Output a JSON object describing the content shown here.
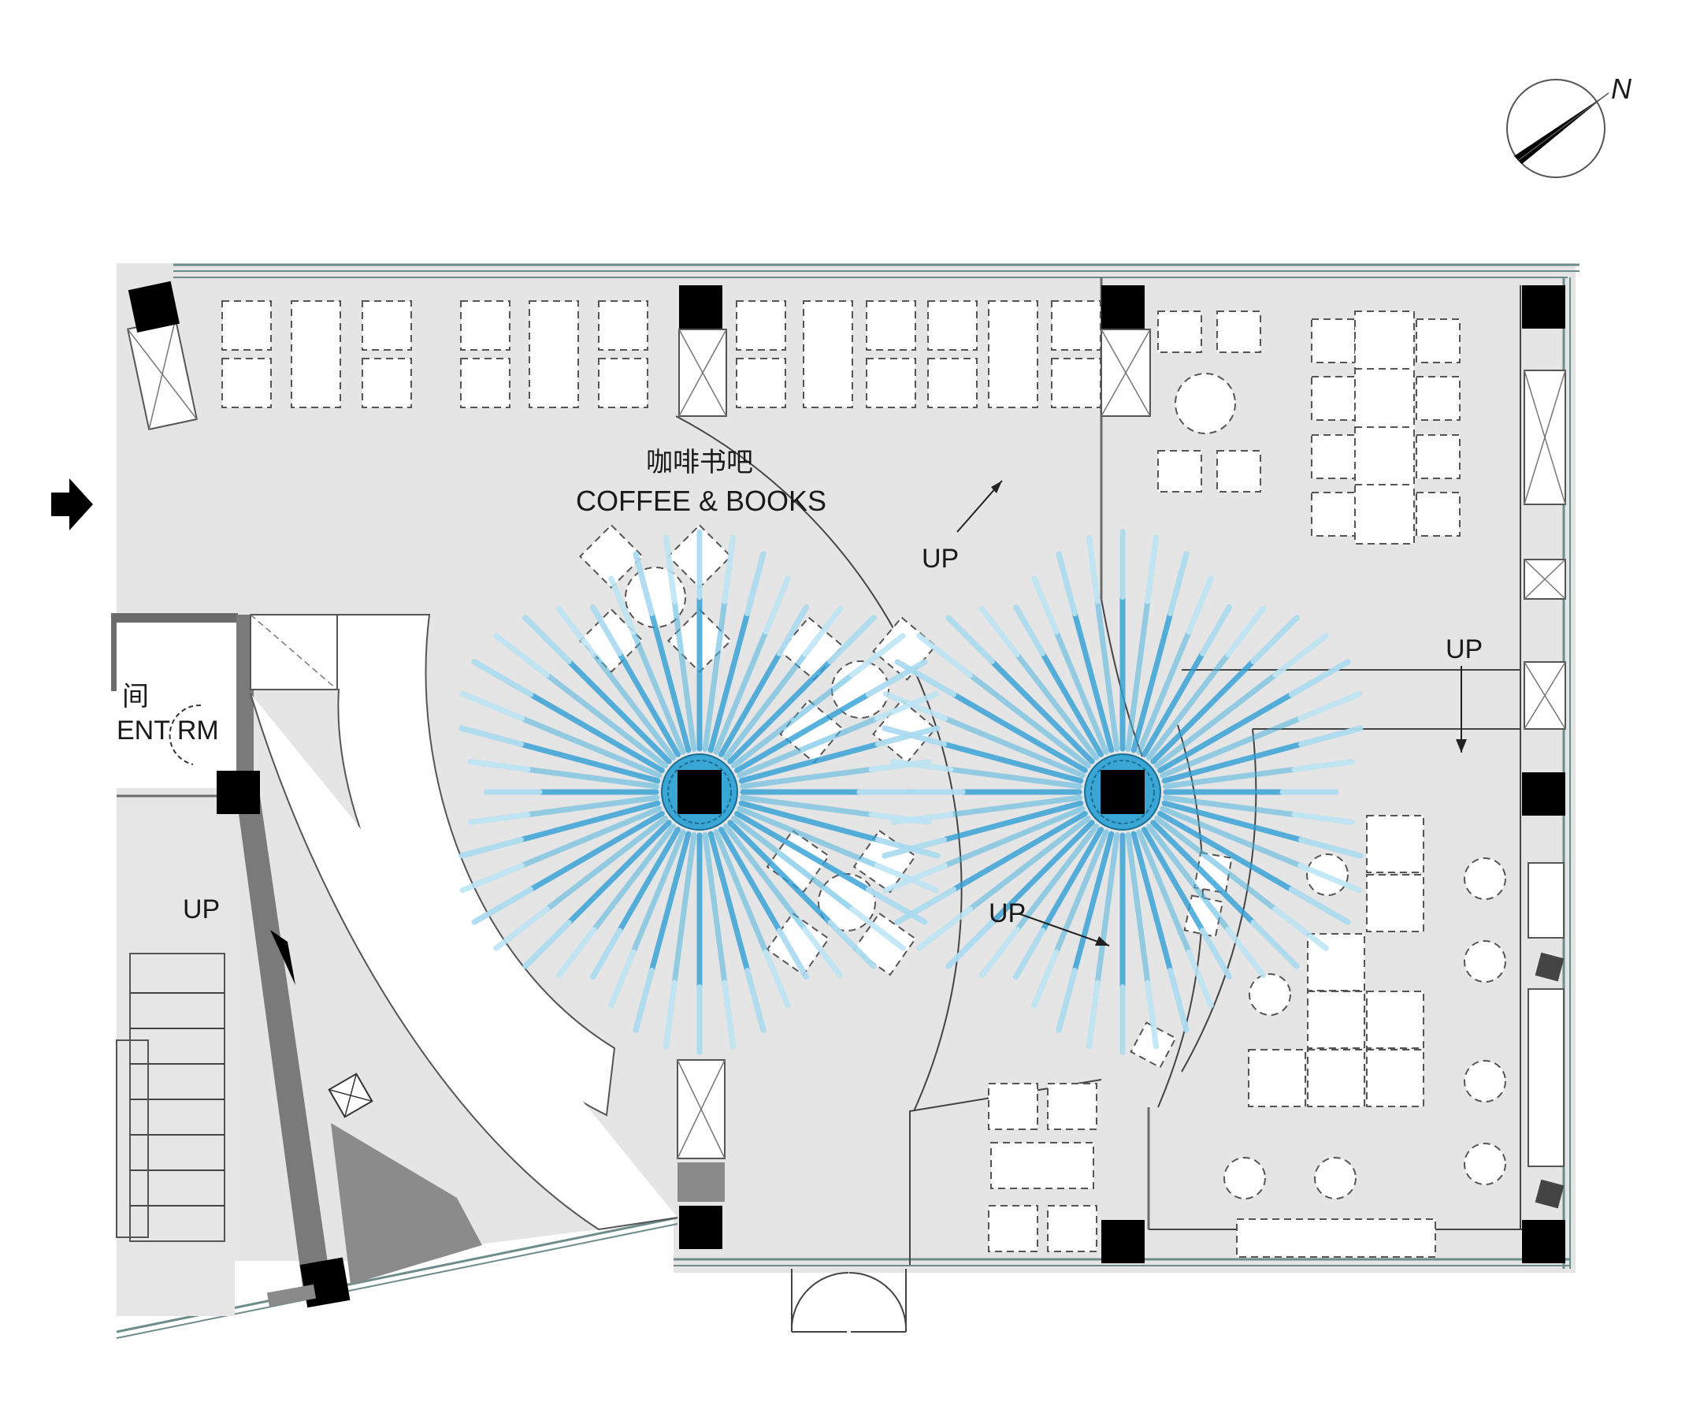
{
  "labels": {
    "cafe_cn": "咖啡书吧",
    "cafe_en": "COFFEE & BOOKS",
    "room_cn": "间",
    "room_en": "ENT RM",
    "up_1": "UP",
    "up_2": "UP",
    "up_3": "UP",
    "up_4": "UP",
    "north": "N"
  },
  "colors": {
    "floor": "#e4e4e4",
    "ray_inner": "#3aa6d6",
    "ray_outer": "#bfe6f7",
    "column": "#000000",
    "grey_block": "#8a8a8a"
  },
  "icons": {
    "entrance": "entrance-arrow-icon",
    "north": "north-arrow-icon"
  }
}
